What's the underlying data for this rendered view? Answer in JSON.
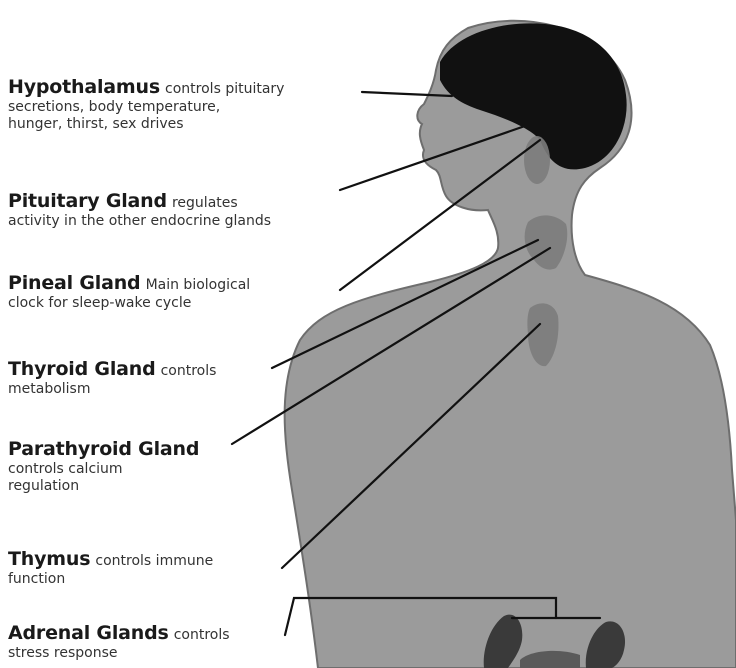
{
  "colors": {
    "body": "#9b9b9b",
    "body_outline": "#6e6e6e",
    "brain": "#111111",
    "gland": "#7c7c7c",
    "leader_line": "#111111"
  },
  "labels": [
    {
      "id": "hypothalamus",
      "name": "Hypothalamus",
      "desc": "controls pituitary",
      "lines": [
        "secretions, body temperature,",
        "hunger, thirst, sex drives"
      ]
    },
    {
      "id": "pituitary",
      "name": "Pituitary Gland",
      "desc": "regulates",
      "lines": [
        "activity in the other endocrine glands"
      ]
    },
    {
      "id": "pineal",
      "name": "Pineal Gland",
      "desc": "Main biological",
      "lines": [
        "clock for sleep-wake cycle"
      ]
    },
    {
      "id": "thyroid",
      "name": "Thyroid Gland",
      "desc": "controls",
      "lines": [
        "metabolism"
      ]
    },
    {
      "id": "parathyroid",
      "name": "Parathyroid Gland",
      "desc": "",
      "lines": [
        "controls calcium",
        "regulation"
      ]
    },
    {
      "id": "thymus",
      "name": "Thymus",
      "desc": "controls immune",
      "lines": [
        "function"
      ]
    },
    {
      "id": "adrenal",
      "name": "Adrenal Glands",
      "desc": "controls",
      "lines": [
        "stress response"
      ]
    }
  ]
}
